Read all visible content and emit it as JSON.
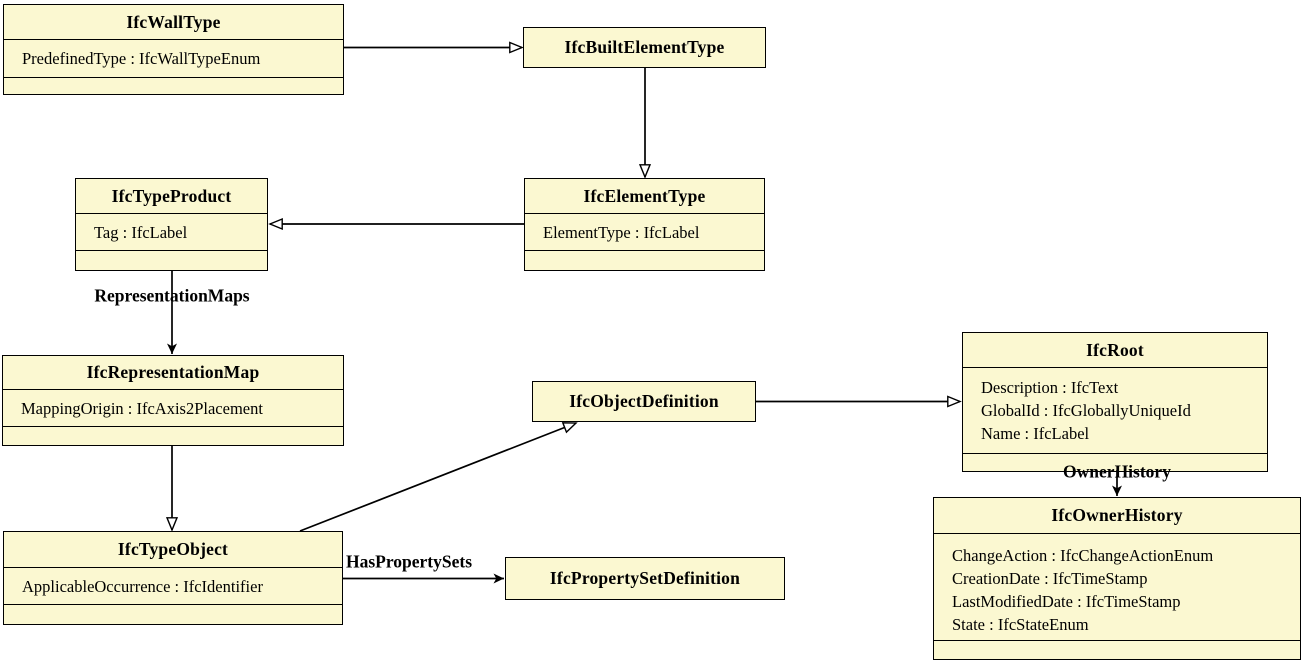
{
  "diagram_type": "uml-class-diagram",
  "colors": {
    "background": "#FFFFFF",
    "box_fill": "#FBF8D1",
    "box_border": "#000000",
    "line": "#000000",
    "text": "#000000"
  },
  "classes": {
    "wall_type": {
      "title": "IfcWallType",
      "attributes": [
        "PredefinedType : IfcWallTypeEnum"
      ]
    },
    "built_element_type": {
      "title": "IfcBuiltElementType",
      "attributes": []
    },
    "type_product": {
      "title": "IfcTypeProduct",
      "attributes": [
        "Tag : IfcLabel"
      ]
    },
    "element_type": {
      "title": "IfcElementType",
      "attributes": [
        "ElementType : IfcLabel"
      ]
    },
    "representation_map": {
      "title": "IfcRepresentationMap",
      "attributes": [
        "MappingOrigin : IfcAxis2Placement"
      ]
    },
    "object_definition": {
      "title": "IfcObjectDefinition",
      "attributes": []
    },
    "root": {
      "title": "IfcRoot",
      "attributes": [
        "Description : IfcText",
        "GlobalId : IfcGloballyUniqueId",
        "Name : IfcLabel"
      ]
    },
    "type_object": {
      "title": "IfcTypeObject",
      "attributes": [
        "ApplicableOccurrence : IfcIdentifier"
      ]
    },
    "property_set_definition": {
      "title": "IfcPropertySetDefinition",
      "attributes": []
    },
    "owner_history": {
      "title": "IfcOwnerHistory",
      "attributes": [
        "ChangeAction : IfcChangeActionEnum",
        "CreationDate : IfcTimeStamp",
        "LastModifiedDate : IfcTimeStamp",
        "State : IfcStateEnum"
      ]
    }
  },
  "edge_labels": {
    "representation_maps": "RepresentationMaps",
    "has_property_sets": "HasPropertySets",
    "owner_history": "OwnerHistory"
  },
  "relations": [
    {
      "from": "IfcWallType",
      "to": "IfcBuiltElementType",
      "kind": "generalization"
    },
    {
      "from": "IfcBuiltElementType",
      "to": "IfcElementType",
      "kind": "generalization"
    },
    {
      "from": "IfcElementType",
      "to": "IfcTypeProduct",
      "kind": "generalization"
    },
    {
      "from": "IfcTypeProduct",
      "to": "IfcRepresentationMap",
      "kind": "association",
      "label": "RepresentationMaps"
    },
    {
      "from": "IfcRepresentationMap",
      "to": "IfcTypeObject",
      "kind": "generalization"
    },
    {
      "from": "IfcTypeObject",
      "to": "IfcObjectDefinition",
      "kind": "generalization"
    },
    {
      "from": "IfcObjectDefinition",
      "to": "IfcRoot",
      "kind": "generalization"
    },
    {
      "from": "IfcTypeObject",
      "to": "IfcPropertySetDefinition",
      "kind": "association",
      "label": "HasPropertySets"
    },
    {
      "from": "IfcRoot",
      "to": "IfcOwnerHistory",
      "kind": "association",
      "label": "OwnerHistory"
    }
  ]
}
